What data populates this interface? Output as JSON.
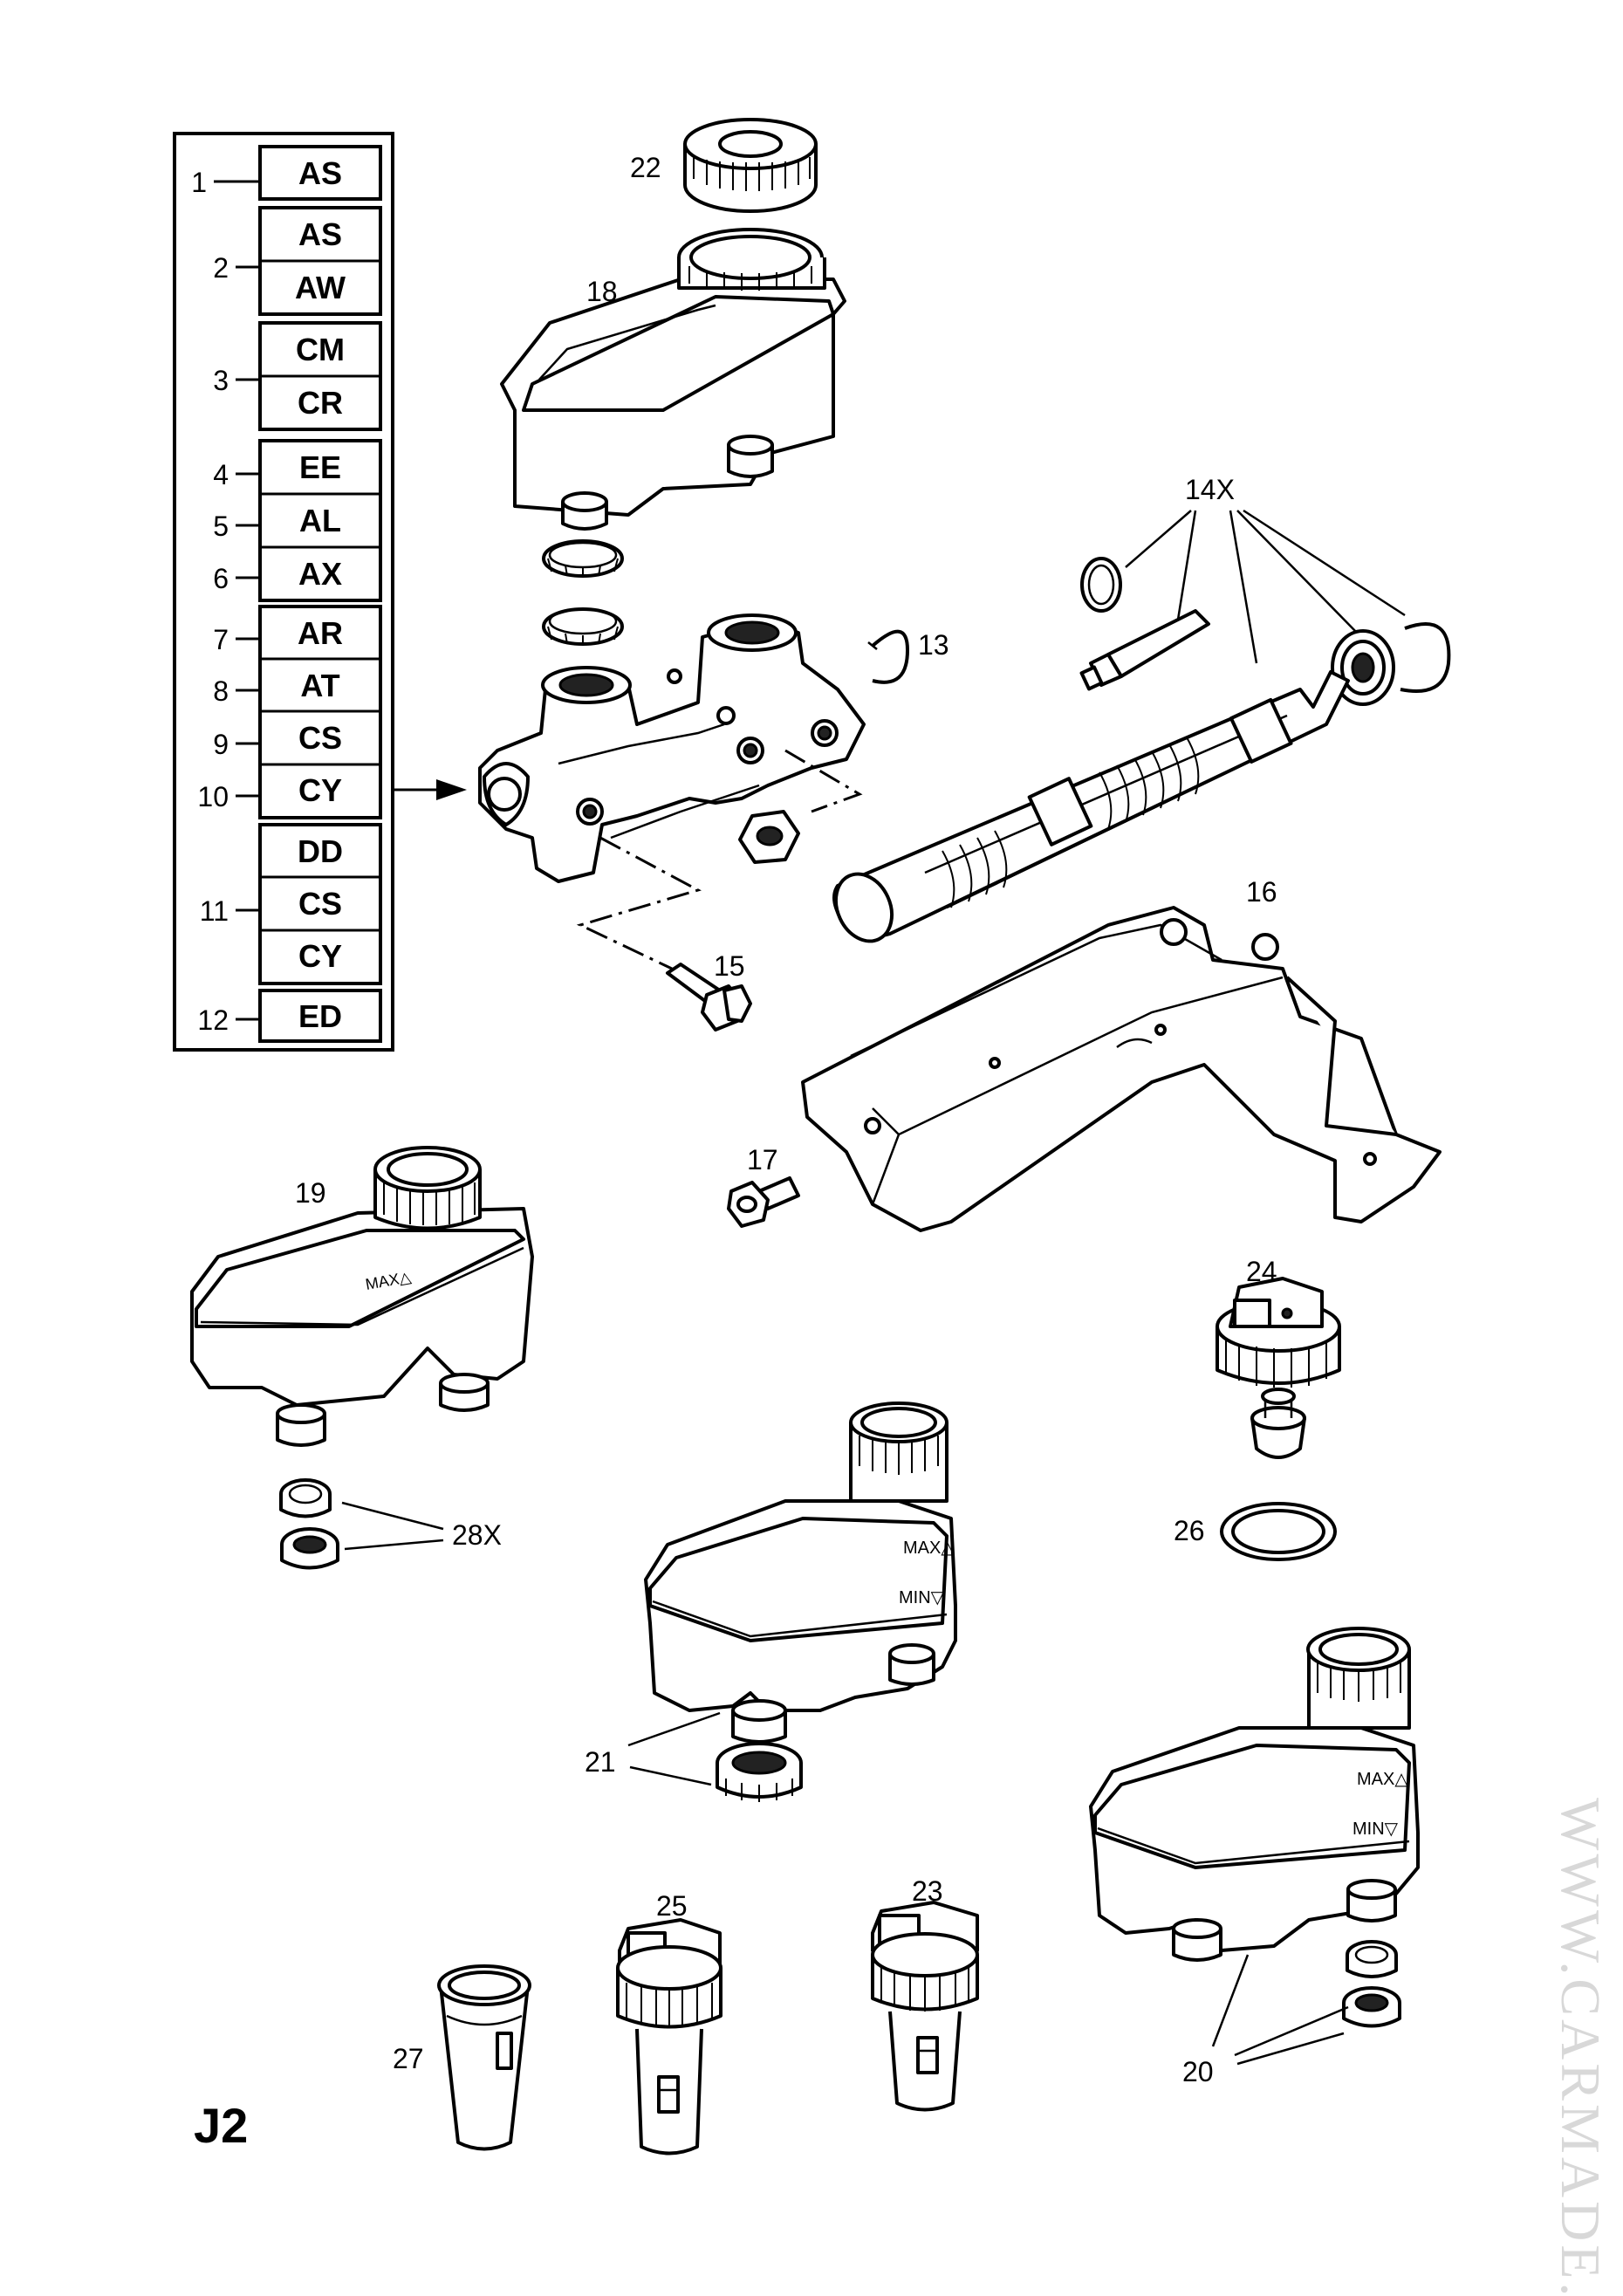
{
  "page_code": "J2",
  "watermark": "WWW.CARMADE.NL",
  "code_table": {
    "rows": [
      {
        "num": "1",
        "codes": [
          "AS"
        ]
      },
      {
        "num": "2",
        "codes": [
          "AS",
          "AW"
        ]
      },
      {
        "num": "3",
        "codes": [
          "CM",
          "CR"
        ]
      },
      {
        "num": "4",
        "codes": [
          "EE"
        ]
      },
      {
        "num": "5",
        "codes": [
          "AL"
        ]
      },
      {
        "num": "6",
        "codes": [
          "AX"
        ]
      },
      {
        "num": "7",
        "codes": [
          "AR"
        ]
      },
      {
        "num": "8",
        "codes": [
          "AT"
        ]
      },
      {
        "num": "9",
        "codes": [
          "CS"
        ]
      },
      {
        "num": "10",
        "codes": [
          "CY"
        ]
      },
      {
        "num": "11",
        "codes": [
          "DD",
          "CS",
          "CY"
        ]
      },
      {
        "num": "12",
        "codes": [
          "ED"
        ]
      }
    ]
  },
  "callouts": {
    "c22": "22",
    "c18": "18",
    "c14x": "14X",
    "c13": "13",
    "c15": "15",
    "c16": "16",
    "c17": "17",
    "c19": "19",
    "c24": "24",
    "c26": "26",
    "c28x": "28X",
    "c21": "21",
    "c23": "23",
    "c25": "25",
    "c27": "27",
    "c20": "20"
  },
  "reservoir_marks": {
    "max": "MAX△",
    "min": "MIN▽"
  }
}
